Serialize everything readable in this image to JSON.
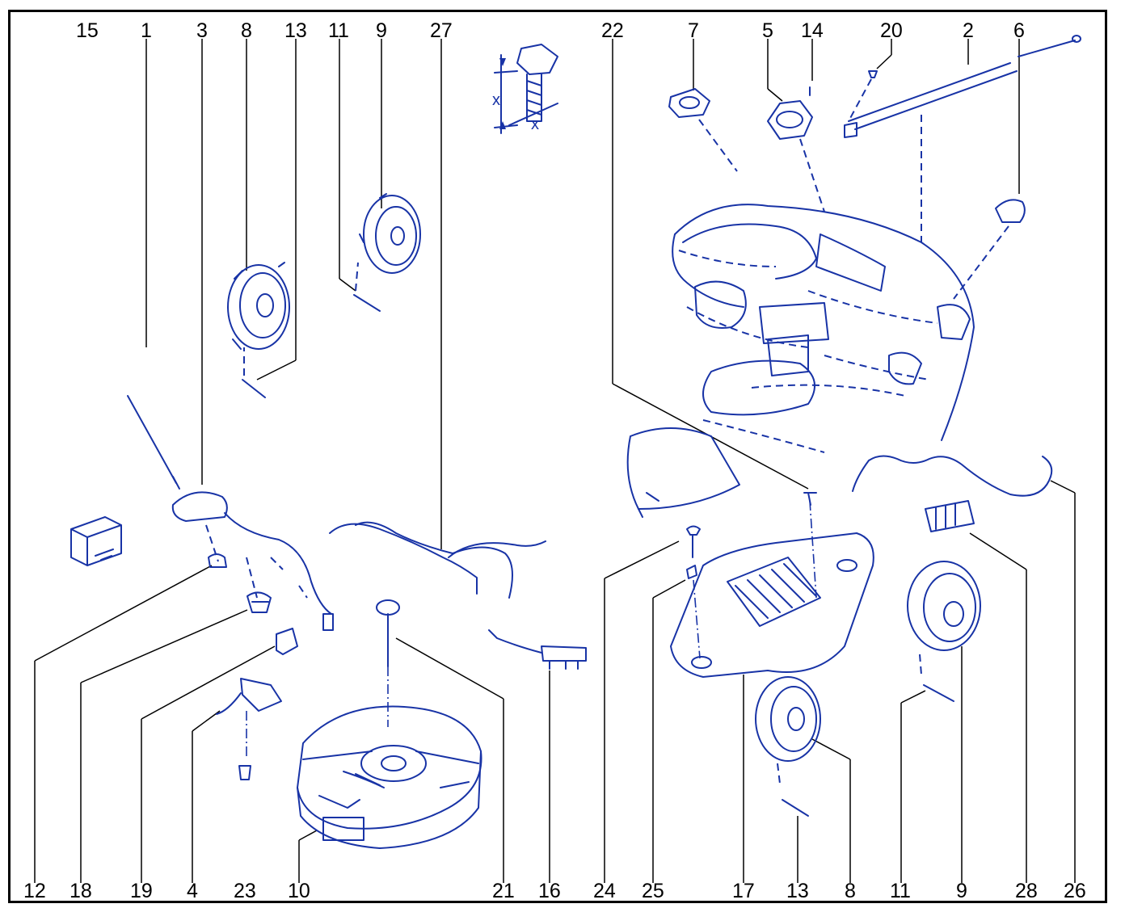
{
  "diagram": {
    "callouts_top": [
      "15",
      "1",
      "3",
      "8",
      "13",
      "11",
      "9",
      "27",
      "22",
      "7",
      "5",
      "14",
      "20",
      "2",
      "6"
    ],
    "callouts_bottom": [
      "12",
      "18",
      "19",
      "4",
      "23",
      "10",
      "21",
      "16",
      "24",
      "25",
      "17",
      "13",
      "8",
      "11",
      "9",
      "28",
      "26"
    ],
    "inset": {
      "dimension_label_1": "x",
      "dimension_label_2": "x"
    },
    "colors": {
      "line_art": "#1833a6",
      "frame": "#000000",
      "leaders": "#000000"
    }
  }
}
